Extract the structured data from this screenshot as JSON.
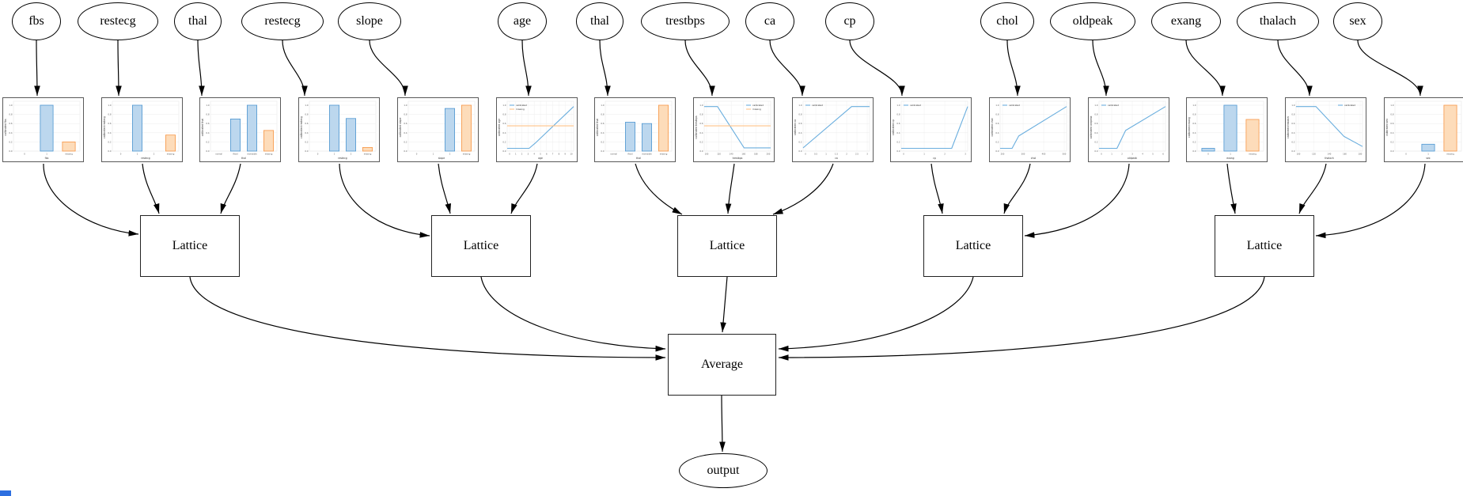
{
  "nodes": {
    "lattice_label": "Lattice",
    "average_label": "Average",
    "output_label": "output"
  },
  "colors": {
    "blue_bar_fill": "#bcd7ee",
    "blue_bar_edge": "#4e96d1",
    "orange_bar_fill": "#fddcba",
    "orange_bar_edge": "#f79646",
    "blue_line": "#6aaede",
    "orange_line": "#ffc287",
    "grid": "#ececec",
    "tick_text": "#555555",
    "edge_stroke": "#000000",
    "chart_border": "#5a5a5a",
    "bottom_left_artifact": "#2d6fe0"
  },
  "features": [
    {
      "label": "fbs",
      "chart": {
        "type": "bar",
        "ylabel": "calibrated fbs",
        "xlabel": "fbs",
        "yticks": [
          "0.0",
          "0.2",
          "0.4",
          "0.6",
          "0.8",
          "1.0"
        ],
        "categories": [
          "0",
          "1",
          "missing"
        ],
        "values": [
          0,
          1.0,
          0.2
        ]
      }
    },
    {
      "label": "restecg",
      "chart": {
        "type": "bar",
        "ylabel": "calibrated restecg",
        "xlabel": "restecg",
        "yticks": [
          "0.0",
          "0.2",
          "0.4",
          "0.6",
          "0.8",
          "1.0"
        ],
        "categories": [
          "0",
          "1",
          "2",
          "missing"
        ],
        "values": [
          0,
          1.0,
          0,
          0.35
        ]
      }
    },
    {
      "label": "thal",
      "chart": {
        "type": "bar",
        "ylabel": "calibrated thal",
        "xlabel": "thal",
        "yticks": [
          "0.0",
          "0.2",
          "0.4",
          "0.6",
          "0.8",
          "1.0"
        ],
        "categories": [
          "normal",
          "fixed",
          "reversible",
          "missing"
        ],
        "values": [
          0,
          0.7,
          1.0,
          0.45
        ]
      }
    },
    {
      "label": "restecg",
      "chart": {
        "type": "bar",
        "ylabel": "calibrated restecg",
        "xlabel": "restecg",
        "yticks": [
          "0.0",
          "0.2",
          "0.4",
          "0.6",
          "0.8",
          "1.0"
        ],
        "categories": [
          "0",
          "1",
          "2",
          "missing"
        ],
        "values": [
          0,
          1.0,
          0.71,
          0.08
        ]
      }
    },
    {
      "label": "slope",
      "chart": {
        "type": "bar",
        "ylabel": "calibrated slope",
        "xlabel": "slope",
        "yticks": [
          "0.0",
          "0.2",
          "0.4",
          "0.6",
          "0.8",
          "1.0"
        ],
        "categories": [
          "0",
          "1",
          "2",
          "missing"
        ],
        "values": [
          0,
          0,
          0.93,
          1.0
        ]
      }
    },
    {
      "label": "age",
      "chart": {
        "type": "line",
        "ylabel": "calibrated age",
        "xlabel": "age",
        "yticks": [
          "0.0",
          "0.2",
          "0.4",
          "0.6",
          "0.8",
          "1.0"
        ],
        "xticks": [
          "0",
          "1",
          "2",
          "3",
          "4",
          "5",
          "6",
          "7",
          "8",
          "9",
          "10"
        ],
        "legend_pos": "top-left",
        "series": [
          {
            "name": "calibrated",
            "color": "blue",
            "points": [
              [
                0,
                0.06
              ],
              [
                0.33,
                0.06
              ],
              [
                0.42,
                0.17
              ],
              [
                1,
                0.97
              ]
            ]
          },
          {
            "name": "missing",
            "color": "orange",
            "points": [
              [
                0,
                0.55
              ],
              [
                1,
                0.55
              ]
            ]
          }
        ]
      }
    },
    {
      "label": "thal",
      "chart": {
        "type": "bar",
        "ylabel": "calibrated thal",
        "xlabel": "thal",
        "yticks": [
          "0.0",
          "0.2",
          "0.4",
          "0.6",
          "0.8",
          "1.0"
        ],
        "categories": [
          "normal",
          "fixed",
          "reversible",
          "missing"
        ],
        "values": [
          0,
          0.63,
          0.6,
          1.0
        ]
      }
    },
    {
      "label": "trestbps",
      "chart": {
        "type": "line",
        "ylabel": "calibrated trestbps",
        "xlabel": "trestbps",
        "yticks": [
          "0.0",
          "0.2",
          "0.4",
          "0.6",
          "0.8",
          "1.0"
        ],
        "xticks": [
          "100",
          "120",
          "140",
          "160",
          "180",
          "200"
        ],
        "legend_pos": "top-right",
        "series": [
          {
            "name": "calibrated",
            "color": "blue",
            "points": [
              [
                0,
                0.97
              ],
              [
                0.2,
                0.97
              ],
              [
                0.6,
                0.07
              ],
              [
                1,
                0.07
              ]
            ]
          },
          {
            "name": "missing",
            "color": "orange",
            "points": [
              [
                0,
                0.55
              ],
              [
                1,
                0.55
              ]
            ]
          }
        ]
      }
    },
    {
      "label": "ca",
      "chart": {
        "type": "line",
        "ylabel": "calibrated ca",
        "xlabel": "ca",
        "yticks": [
          "0.0",
          "0.2",
          "0.4",
          "0.6",
          "0.8",
          "1.0"
        ],
        "xticks": [
          "0",
          "0.5",
          "1",
          "1.5",
          "2",
          "2.5",
          "3"
        ],
        "legend_pos": "top-left",
        "series": [
          {
            "name": "calibrated",
            "color": "blue",
            "points": [
              [
                0,
                0.07
              ],
              [
                0.73,
                0.97
              ],
              [
                1,
                0.97
              ]
            ]
          }
        ]
      }
    },
    {
      "label": "cp",
      "chart": {
        "type": "line",
        "ylabel": "calibrated cp",
        "xlabel": "cp",
        "yticks": [
          "0.0",
          "0.2",
          "0.4",
          "0.6",
          "0.8",
          "1.0"
        ],
        "xticks": [
          "0",
          "1",
          "2",
          "3"
        ],
        "legend_pos": "top-left",
        "series": [
          {
            "name": "calibrated",
            "color": "blue",
            "points": [
              [
                0,
                0.06
              ],
              [
                0.76,
                0.06
              ],
              [
                1,
                0.97
              ]
            ]
          }
        ]
      }
    },
    {
      "label": "chol",
      "chart": {
        "type": "line",
        "ylabel": "calibrated chol",
        "xlabel": "chol",
        "yticks": [
          "0.0",
          "0.2",
          "0.4",
          "0.6",
          "0.8",
          "1.0"
        ],
        "xticks": [
          "200",
          "300",
          "400",
          "500"
        ],
        "legend_pos": "top-left",
        "series": [
          {
            "name": "calibrated",
            "color": "blue",
            "points": [
              [
                0,
                0.06
              ],
              [
                0.18,
                0.06
              ],
              [
                0.28,
                0.33
              ],
              [
                1,
                0.97
              ]
            ]
          }
        ]
      }
    },
    {
      "label": "oldpeak",
      "chart": {
        "type": "line",
        "ylabel": "calibrated oldpeak",
        "xlabel": "oldpeak",
        "yticks": [
          "0.0",
          "0.2",
          "0.4",
          "0.6",
          "0.8",
          "1.0"
        ],
        "xticks": [
          "0",
          "1",
          "2",
          "3",
          "4",
          "5",
          "6"
        ],
        "legend_pos": "top-left",
        "series": [
          {
            "name": "calibrated",
            "color": "blue",
            "points": [
              [
                0,
                0.06
              ],
              [
                0.27,
                0.06
              ],
              [
                0.4,
                0.45
              ],
              [
                1,
                0.97
              ]
            ]
          }
        ]
      }
    },
    {
      "label": "exang",
      "chart": {
        "type": "bar",
        "ylabel": "calibrated exang",
        "xlabel": "exang",
        "yticks": [
          "0.0",
          "0.2",
          "0.4",
          "0.6",
          "0.8",
          "1.0"
        ],
        "categories": [
          "0",
          "1",
          "missing"
        ],
        "values": [
          0.06,
          1.0,
          0.69
        ]
      }
    },
    {
      "label": "thalach",
      "chart": {
        "type": "line",
        "ylabel": "calibrated thalach",
        "xlabel": "thalach",
        "yticks": [
          "0.0",
          "0.2",
          "0.4",
          "0.6",
          "0.8",
          "1.0"
        ],
        "xticks": [
          "100",
          "120",
          "140",
          "160",
          "180"
        ],
        "legend_pos": "top-right",
        "series": [
          {
            "name": "calibrated",
            "color": "blue",
            "points": [
              [
                0,
                0.97
              ],
              [
                0.3,
                0.97
              ],
              [
                0.72,
                0.32
              ],
              [
                1,
                0.1
              ]
            ]
          }
        ]
      }
    },
    {
      "label": "sex",
      "chart": {
        "type": "bar",
        "ylabel": "calibrated sex",
        "xlabel": "sex",
        "yticks": [
          "0.0",
          "0.2",
          "0.4",
          "0.6",
          "0.8",
          "1.0"
        ],
        "categories": [
          "0",
          "1",
          "missing"
        ],
        "values": [
          0,
          0.15,
          1.0
        ]
      }
    }
  ]
}
